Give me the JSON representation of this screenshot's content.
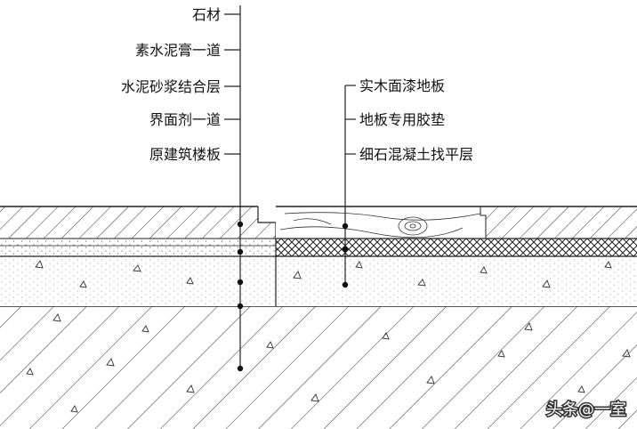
{
  "labels_left": [
    "石材",
    "素水泥膏一道",
    "水泥砂浆结合层",
    "界面剂一道",
    "原建筑楼板"
  ],
  "labels_right": [
    "实木面漆地板",
    "地板专用胶垫",
    "细石混凝土找平层"
  ],
  "watermark": "头条@一室",
  "colors": {
    "line": "#222222",
    "background": "#ffffff"
  }
}
